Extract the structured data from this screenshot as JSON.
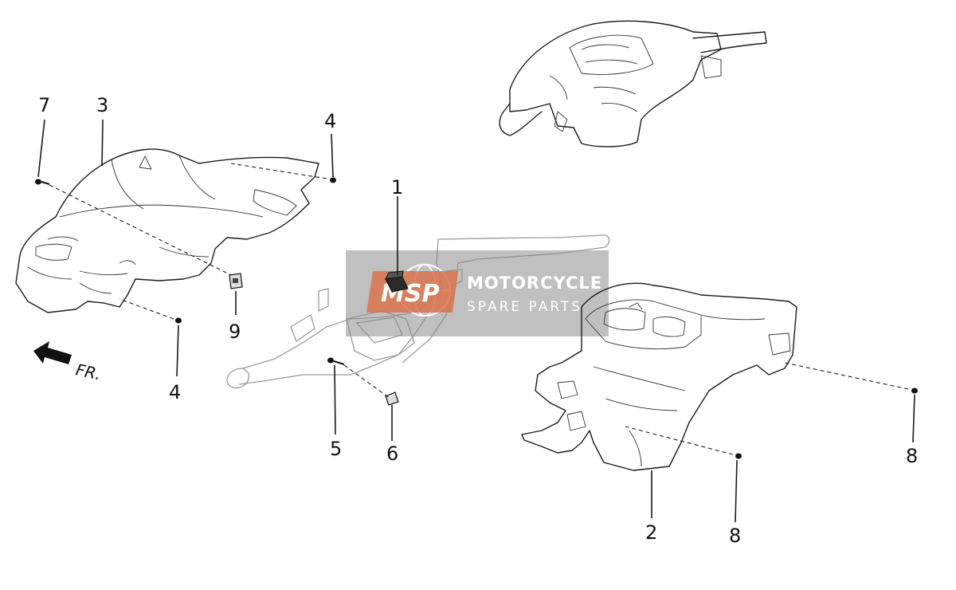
{
  "callouts": {
    "c1": "1",
    "c2": "2",
    "c3": "3",
    "c4a": "4",
    "c4b": "4",
    "c5": "5",
    "c6": "6",
    "c7": "7",
    "c8a": "8",
    "c8b": "8",
    "c9": "9"
  },
  "direction_label": "FR.",
  "watermark": {
    "logo": "MSP",
    "title": "MOTORCYCLE",
    "subtitle": "SPARE PARTS"
  },
  "icons": {
    "direction_arrow": "arrow-left-icon",
    "screws": "screw-icon",
    "clip": "clip-icon"
  }
}
